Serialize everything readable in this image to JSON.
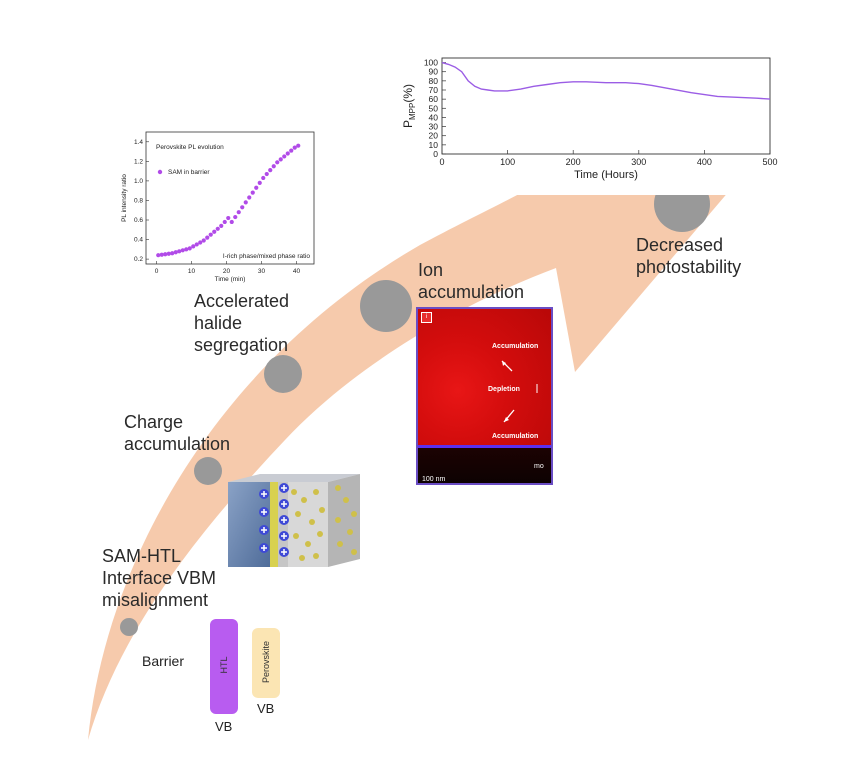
{
  "stages": {
    "misalignment": "SAM-HTL\nInterface VBM\nmisalignment",
    "charge": "Charge\naccumulation",
    "halide": "Accelerated\nhalide\nsegregation",
    "ion": "Ion\naccumulation",
    "photostability": "Decreased\nphotostability"
  },
  "energy": {
    "barrier": "Barrier",
    "htl": "HTL",
    "perovskite": "Perovskite",
    "vb_htl": "VB",
    "vb_perovskite": "VB"
  },
  "em_image": {
    "panel_tag": "i",
    "accumulation_top": "Accumulation",
    "depletion": "Depletion",
    "accumulation_bottom": "Accumulation",
    "scale": "100 nm",
    "material": "mo"
  },
  "colors": {
    "arrow": "#f6c7a8",
    "dot": "#999999",
    "htl": "#b85cf0",
    "perovskite": "#fbe5b3",
    "pl_marker": "#b14be8",
    "mpp_line": "#9b5de5"
  },
  "chart_data": [
    {
      "type": "scatter",
      "title": "Perovskite PL evolution",
      "xlabel": "Time (min)",
      "ylabel": "PL intensity ratio",
      "annotation": "I-rich phase/mixed phase ratio",
      "legend": "SAM in barrier",
      "legend_position": "top-left",
      "xlim": [
        -3,
        45
      ],
      "ylim": [
        0.15,
        1.5
      ],
      "xticks": [
        0,
        10,
        20,
        30,
        40
      ],
      "yticks": [
        0.2,
        0.4,
        0.6,
        0.8,
        1.0,
        1.2,
        1.4
      ],
      "ytick_labels": [
        "0.2",
        "0.4",
        "0.6",
        "0.8",
        "1.0",
        "1.2",
        "1.4"
      ],
      "x": [
        0.5,
        1.5,
        2.5,
        3.5,
        4.5,
        5.5,
        6.5,
        7.5,
        8.5,
        9.5,
        10.5,
        11.5,
        12.5,
        13.5,
        14.5,
        15.5,
        16.5,
        17.5,
        18.5,
        19.5,
        20.5,
        21.5,
        22.5,
        23.5,
        24.5,
        25.5,
        26.5,
        27.5,
        28.5,
        29.5,
        30.5,
        31.5,
        32.5,
        33.5,
        34.5,
        35.5,
        36.5,
        37.5,
        38.5,
        39.5,
        40.5
      ],
      "y": [
        0.24,
        0.245,
        0.25,
        0.255,
        0.26,
        0.27,
        0.28,
        0.29,
        0.3,
        0.31,
        0.33,
        0.35,
        0.37,
        0.39,
        0.42,
        0.45,
        0.48,
        0.51,
        0.54,
        0.58,
        0.62,
        0.58,
        0.63,
        0.68,
        0.73,
        0.78,
        0.83,
        0.88,
        0.93,
        0.98,
        1.03,
        1.07,
        1.11,
        1.15,
        1.19,
        1.22,
        1.25,
        1.28,
        1.31,
        1.34,
        1.36
      ]
    },
    {
      "type": "line",
      "xlabel": "Time (Hours)",
      "ylabel": "P",
      "ylabel_sub": "MPP",
      "ylabel_suffix": "(%)",
      "xlim": [
        0,
        500
      ],
      "ylim": [
        0,
        105
      ],
      "xticks": [
        0,
        100,
        200,
        300,
        400,
        500
      ],
      "yticks": [
        0,
        10,
        20,
        30,
        40,
        50,
        60,
        70,
        80,
        90,
        100
      ],
      "x": [
        0,
        10,
        20,
        30,
        40,
        50,
        60,
        70,
        80,
        100,
        120,
        140,
        160,
        180,
        200,
        220,
        250,
        280,
        300,
        320,
        350,
        380,
        400,
        420,
        450,
        480,
        500
      ],
      "y": [
        100,
        98,
        95,
        90,
        80,
        74,
        71,
        70,
        69,
        69,
        71,
        74,
        76,
        78,
        79,
        79,
        78,
        78,
        77,
        75,
        71,
        67,
        65,
        63,
        62,
        61,
        60
      ]
    }
  ]
}
